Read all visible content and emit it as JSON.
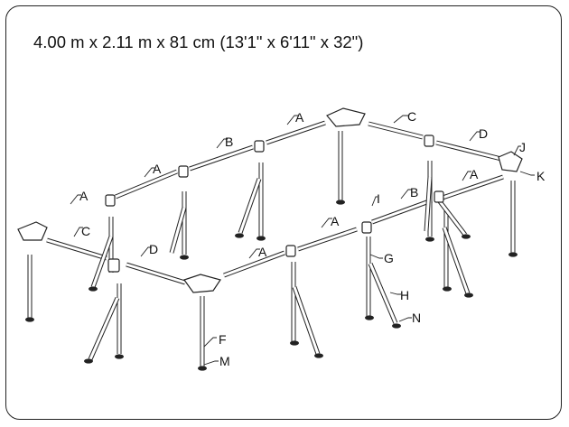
{
  "title": "4.00 m x 2.11 m x 81 cm (13'1\" x 6'11\" x 32\")",
  "labels": {
    "a": "A",
    "b": "B",
    "c": "C",
    "d": "D",
    "f": "F",
    "g": "G",
    "h": "H",
    "i": "I",
    "j": "J",
    "k": "K",
    "m": "M",
    "n": "N"
  },
  "colors": {
    "line": "#222222",
    "background": "#ffffff"
  }
}
